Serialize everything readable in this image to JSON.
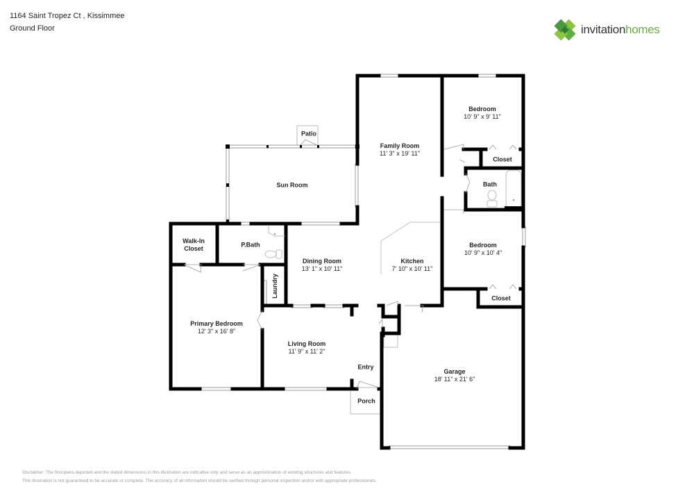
{
  "header": {
    "address": "1164 Saint Tropez Ct , Kissimmee",
    "floor": "Ground Floor"
  },
  "brand": {
    "name_part1": "invitation",
    "name_part2": "homes",
    "colors": {
      "dark_green": "#3f8a3a",
      "light_green": "#8cc63f",
      "text_dark": "#333333",
      "text_green": "#6aac3c"
    }
  },
  "rooms": {
    "bedroom1": {
      "name": "Bedroom",
      "dim": "10' 9\" x 9' 11\""
    },
    "family_room": {
      "name": "Family Room",
      "dim": "11' 3\" x 19' 11\""
    },
    "closet1": {
      "name": "Closet"
    },
    "bath": {
      "name": "Bath"
    },
    "patio": {
      "name": "Patio"
    },
    "sun_room": {
      "name": "Sun Room"
    },
    "walk_in_closet": {
      "name_line1": "Walk-In",
      "name_line2": "Closet"
    },
    "p_bath": {
      "name": "P.Bath"
    },
    "dining_room": {
      "name": "Dining Room",
      "dim": "13' 1\" x 10' 11\""
    },
    "kitchen": {
      "name": "Kitchen",
      "dim": "7' 10\" x 10' 11\""
    },
    "bedroom2": {
      "name": "Bedroom",
      "dim": "10' 9\" x 10' 4\""
    },
    "closet2": {
      "name": "Closet"
    },
    "laundry": {
      "name": "Laundry"
    },
    "primary_bedroom": {
      "name": "Primary Bedroom",
      "dim": "12' 3\" x 16' 8\""
    },
    "living_room": {
      "name": "Living Room",
      "dim": "11' 9\" x 11' 2\""
    },
    "entry": {
      "name": "Entry"
    },
    "porch": {
      "name": "Porch"
    },
    "garage": {
      "name": "Garage",
      "dim": "18' 11\" x 21' 6\""
    }
  },
  "disclaimer": {
    "line1": "Disclaimer: The floorplans depicted and the stated dimensions in this illustration are indicative only and serve as an approximation of existing structures and features.",
    "line2": "This illustration is not guaranteed to be accurate or complete. The accuracy of all information should be verified through personal inspection and/or with appropriate professionals."
  }
}
